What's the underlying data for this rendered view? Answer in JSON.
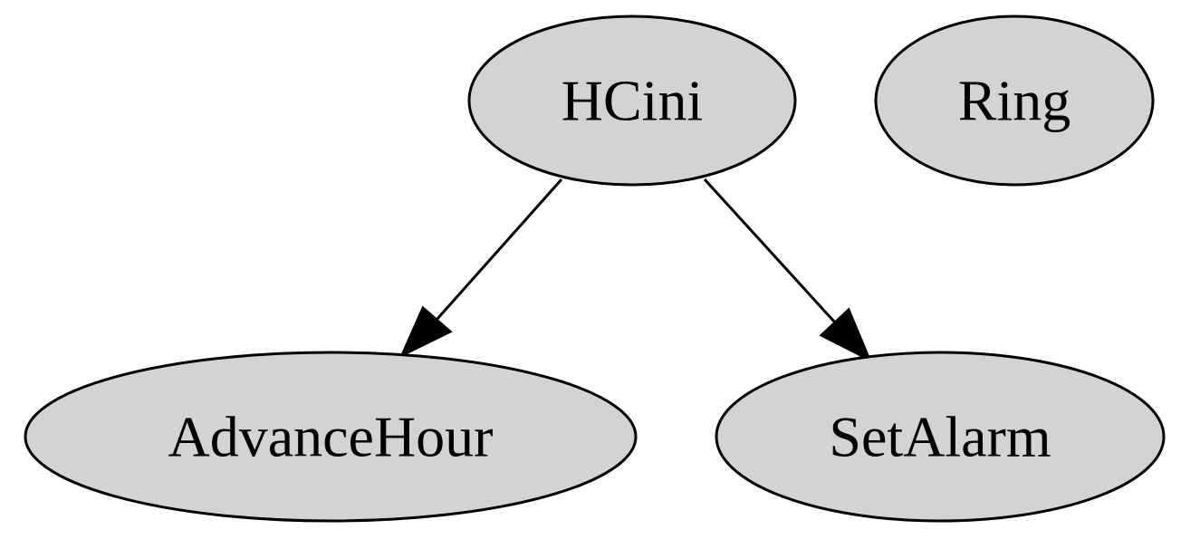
{
  "graph": {
    "node_fill": "#d3d3d3",
    "stroke_color": "#000000",
    "nodes": [
      {
        "id": "hcini",
        "label": "HCini"
      },
      {
        "id": "ring",
        "label": "Ring"
      },
      {
        "id": "advancehour",
        "label": "AdvanceHour"
      },
      {
        "id": "setalarm",
        "label": "SetAlarm"
      }
    ],
    "edges": [
      {
        "from": "hcini",
        "to": "advancehour"
      },
      {
        "from": "hcini",
        "to": "setalarm"
      }
    ]
  }
}
